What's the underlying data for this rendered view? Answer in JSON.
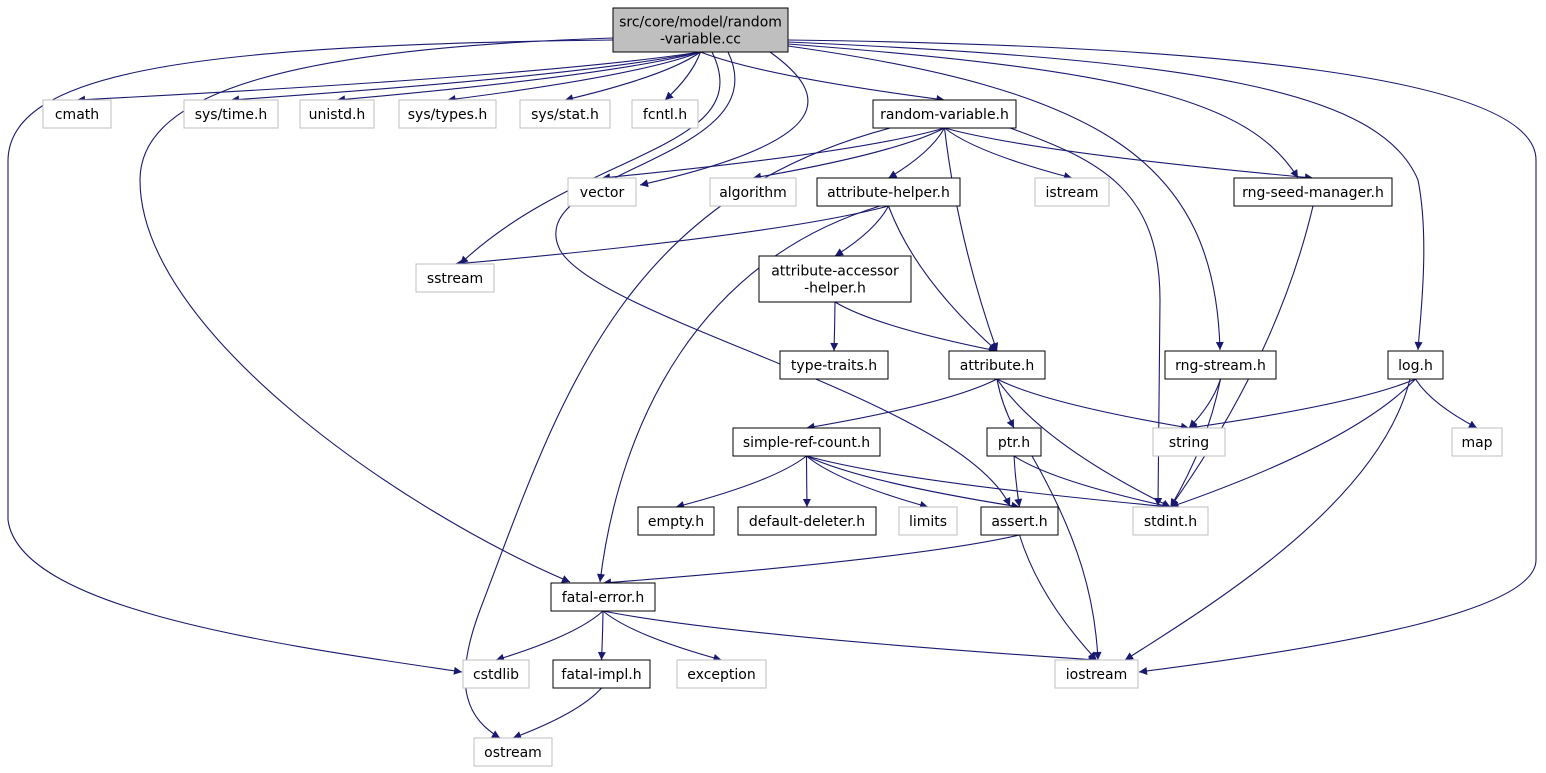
{
  "colors": {
    "edge": "#191970",
    "root_fill": "#bfbfbf",
    "documented_border": "#000000",
    "system_border": "#bfbfbf"
  },
  "nodes": [
    {
      "id": "root",
      "lines": [
        "src/core/model/random",
        "-variable.cc"
      ],
      "kind": "root"
    },
    {
      "id": "cmath",
      "lines": [
        "cmath"
      ],
      "kind": "sys"
    },
    {
      "id": "systime",
      "lines": [
        "sys/time.h"
      ],
      "kind": "sys"
    },
    {
      "id": "unistd",
      "lines": [
        "unistd.h"
      ],
      "kind": "sys"
    },
    {
      "id": "systypes",
      "lines": [
        "sys/types.h"
      ],
      "kind": "sys"
    },
    {
      "id": "sysstat",
      "lines": [
        "sys/stat.h"
      ],
      "kind": "sys"
    },
    {
      "id": "fcntl",
      "lines": [
        "fcntl.h"
      ],
      "kind": "sys"
    },
    {
      "id": "rvh",
      "lines": [
        "random-variable.h"
      ],
      "kind": "doc"
    },
    {
      "id": "vector",
      "lines": [
        "vector"
      ],
      "kind": "sys"
    },
    {
      "id": "algorithm",
      "lines": [
        "algorithm"
      ],
      "kind": "sys"
    },
    {
      "id": "ahelper",
      "lines": [
        "attribute-helper.h"
      ],
      "kind": "doc"
    },
    {
      "id": "istream",
      "lines": [
        "istream"
      ],
      "kind": "sys"
    },
    {
      "id": "rngseed",
      "lines": [
        "rng-seed-manager.h"
      ],
      "kind": "doc"
    },
    {
      "id": "sstream",
      "lines": [
        "sstream"
      ],
      "kind": "sys"
    },
    {
      "id": "aaccessor",
      "lines": [
        "attribute-accessor",
        "-helper.h"
      ],
      "kind": "doc"
    },
    {
      "id": "typetraits",
      "lines": [
        "type-traits.h"
      ],
      "kind": "doc"
    },
    {
      "id": "attribute",
      "lines": [
        "attribute.h"
      ],
      "kind": "doc"
    },
    {
      "id": "rngstream",
      "lines": [
        "rng-stream.h"
      ],
      "kind": "doc"
    },
    {
      "id": "log",
      "lines": [
        "log.h"
      ],
      "kind": "doc"
    },
    {
      "id": "srefcount",
      "lines": [
        "simple-ref-count.h"
      ],
      "kind": "doc"
    },
    {
      "id": "ptr",
      "lines": [
        "ptr.h"
      ],
      "kind": "doc"
    },
    {
      "id": "string",
      "lines": [
        "string"
      ],
      "kind": "sys"
    },
    {
      "id": "map",
      "lines": [
        "map"
      ],
      "kind": "sys"
    },
    {
      "id": "empty",
      "lines": [
        "empty.h"
      ],
      "kind": "doc"
    },
    {
      "id": "defdeleter",
      "lines": [
        "default-deleter.h"
      ],
      "kind": "doc"
    },
    {
      "id": "limits",
      "lines": [
        "limits"
      ],
      "kind": "sys"
    },
    {
      "id": "assert",
      "lines": [
        "assert.h"
      ],
      "kind": "doc"
    },
    {
      "id": "stdint",
      "lines": [
        "stdint.h"
      ],
      "kind": "sys"
    },
    {
      "id": "fatalerror",
      "lines": [
        "fatal-error.h"
      ],
      "kind": "doc"
    },
    {
      "id": "cstdlib",
      "lines": [
        "cstdlib"
      ],
      "kind": "sys"
    },
    {
      "id": "fatalimpl",
      "lines": [
        "fatal-impl.h"
      ],
      "kind": "doc"
    },
    {
      "id": "exception",
      "lines": [
        "exception"
      ],
      "kind": "sys"
    },
    {
      "id": "iostream",
      "lines": [
        "iostream"
      ],
      "kind": "sys"
    },
    {
      "id": "ostream",
      "lines": [
        "ostream"
      ],
      "kind": "sys"
    }
  ],
  "edges": [
    [
      "root",
      "cmath"
    ],
    [
      "root",
      "systime"
    ],
    [
      "root",
      "unistd"
    ],
    [
      "root",
      "systypes"
    ],
    [
      "root",
      "sysstat"
    ],
    [
      "root",
      "fcntl"
    ],
    [
      "root",
      "rvh"
    ],
    [
      "root",
      "vector"
    ],
    [
      "root",
      "sstream"
    ],
    [
      "root",
      "assert"
    ],
    [
      "root",
      "fatalerror"
    ],
    [
      "root",
      "cstdlib"
    ],
    [
      "root",
      "rngstream"
    ],
    [
      "root",
      "rngseed"
    ],
    [
      "root",
      "log"
    ],
    [
      "root",
      "iostream"
    ],
    [
      "rvh",
      "vector"
    ],
    [
      "rvh",
      "algorithm"
    ],
    [
      "rvh",
      "ahelper"
    ],
    [
      "rvh",
      "istream"
    ],
    [
      "rvh",
      "rngseed"
    ],
    [
      "rvh",
      "attribute"
    ],
    [
      "rvh",
      "stdint"
    ],
    [
      "rvh",
      "ostream"
    ],
    [
      "ahelper",
      "sstream"
    ],
    [
      "ahelper",
      "aaccessor"
    ],
    [
      "ahelper",
      "attribute"
    ],
    [
      "ahelper",
      "fatalerror"
    ],
    [
      "aaccessor",
      "typetraits"
    ],
    [
      "aaccessor",
      "attribute"
    ],
    [
      "rngseed",
      "stdint"
    ],
    [
      "attribute",
      "srefcount"
    ],
    [
      "attribute",
      "ptr"
    ],
    [
      "attribute",
      "string"
    ],
    [
      "attribute",
      "stdint"
    ],
    [
      "rngstream",
      "string"
    ],
    [
      "rngstream",
      "stdint"
    ],
    [
      "log",
      "string"
    ],
    [
      "log",
      "map"
    ],
    [
      "log",
      "stdint"
    ],
    [
      "log",
      "iostream"
    ],
    [
      "srefcount",
      "empty"
    ],
    [
      "srefcount",
      "defdeleter"
    ],
    [
      "srefcount",
      "limits"
    ],
    [
      "srefcount",
      "assert"
    ],
    [
      "srefcount",
      "stdint"
    ],
    [
      "ptr",
      "assert"
    ],
    [
      "ptr",
      "stdint"
    ],
    [
      "ptr",
      "iostream"
    ],
    [
      "assert",
      "fatalerror"
    ],
    [
      "assert",
      "iostream"
    ],
    [
      "fatalerror",
      "cstdlib"
    ],
    [
      "fatalerror",
      "fatalimpl"
    ],
    [
      "fatalerror",
      "exception"
    ],
    [
      "fatalerror",
      "iostream"
    ],
    [
      "fatalimpl",
      "ostream"
    ]
  ]
}
